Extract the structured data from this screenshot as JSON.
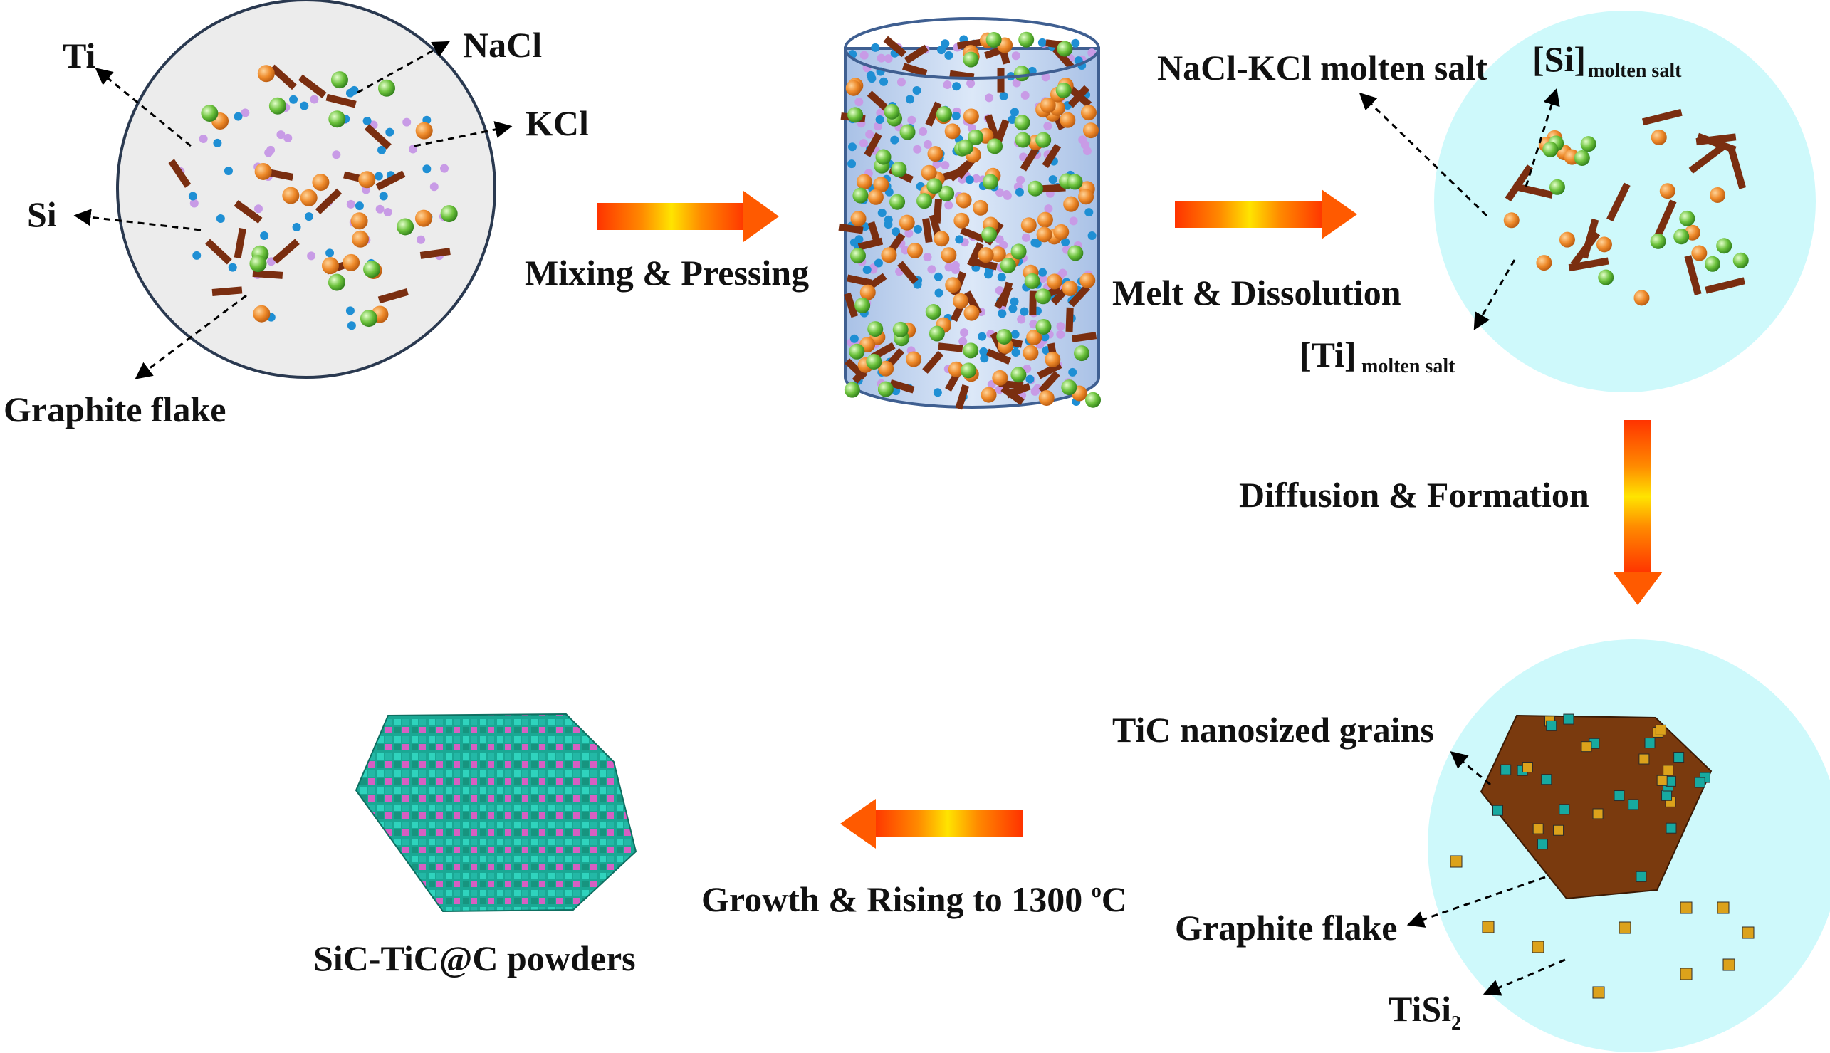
{
  "colors": {
    "ti": "#e98a2c",
    "si": "#6fc13e",
    "kcl": "#1f8fd4",
    "nacl": "#c89be6",
    "graphite": "#7a2e10",
    "molten": "#cef9fb",
    "panel": "#ececec",
    "tic": "#17a9a0",
    "tisi2": "#dca21b",
    "powder_teal": "#1fbba8",
    "powder_pink": "#d65fc2",
    "arrow_edge": "#ff3300",
    "arrow_mid": "#ffe400"
  },
  "labels": {
    "ti": "Ti",
    "nacl": "NaCl",
    "kcl": "KCl",
    "si": "Si",
    "graphite_1": "Graphite flake",
    "mixing": "Mixing & Pressing",
    "melt": "Melt & Dissolution",
    "nacl_kcl": "NaCl-KCl molten salt",
    "si_bracket": "[Si]",
    "si_sub": "molten salt",
    "ti_bracket": "[Ti]",
    "ti_sub": "molten salt",
    "diffusion": "Diffusion & Formation",
    "tic_grains": "TiC nanosized grains",
    "graphite_2": "Graphite flake",
    "tisi2_base": "TiSi",
    "tisi2_sub": "2",
    "growth": "Growth & Rising to 1300 ",
    "growth_sup": "o",
    "growth_unit": "C",
    "product": "SiC-TiC@C powders"
  }
}
